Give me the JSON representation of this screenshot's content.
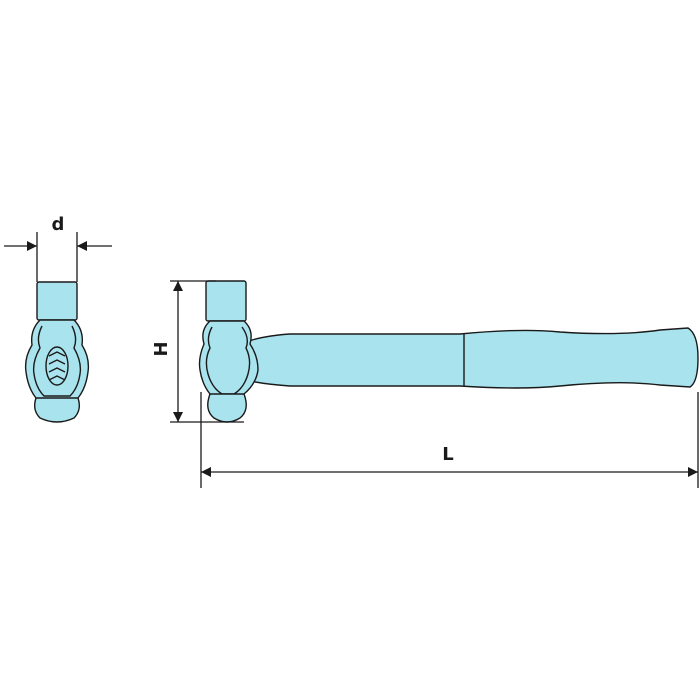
{
  "colors": {
    "fill": "#a8e3ee",
    "outline": "#1a1a1a",
    "background": "#ffffff"
  },
  "dimensions": {
    "width_label": "d",
    "height_label": "H",
    "length_label": "L"
  }
}
